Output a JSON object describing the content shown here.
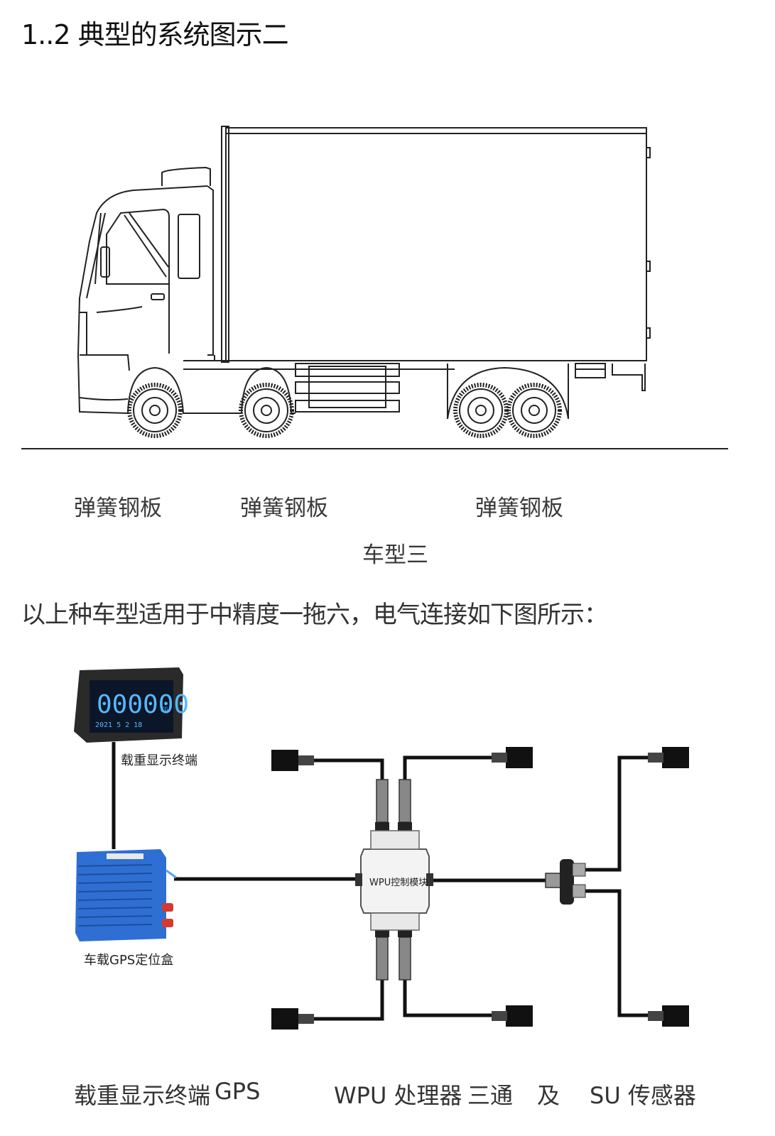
{
  "heading": "1..2 典型的系统图示二",
  "truck_labels": {
    "spring_1": "弹簧钢板",
    "spring_2": "弹簧钢板",
    "spring_3": "弹簧钢板",
    "model": "车型三"
  },
  "description": "以上种车型适用于中精度一拖六，电气连接如下图所示：",
  "diagram": {
    "display_label": "载重显示终端",
    "display_reading": "000000",
    "display_unit": "KG",
    "display_status": "2021 5 2 18",
    "gps_box_label": "车载GPS定位盒",
    "wpu_label": "WPU控制模块"
  },
  "bottom_labels": {
    "display": "载重显示终端",
    "gps": "GPS",
    "wpu": "WPU 处理器",
    "tee": "三通",
    "and": "及",
    "su": "SU 传感器"
  },
  "colors": {
    "gps_box": "#2f6fd4",
    "lcd_digits": "#57b8ff",
    "antenna": "#d63a2f"
  }
}
